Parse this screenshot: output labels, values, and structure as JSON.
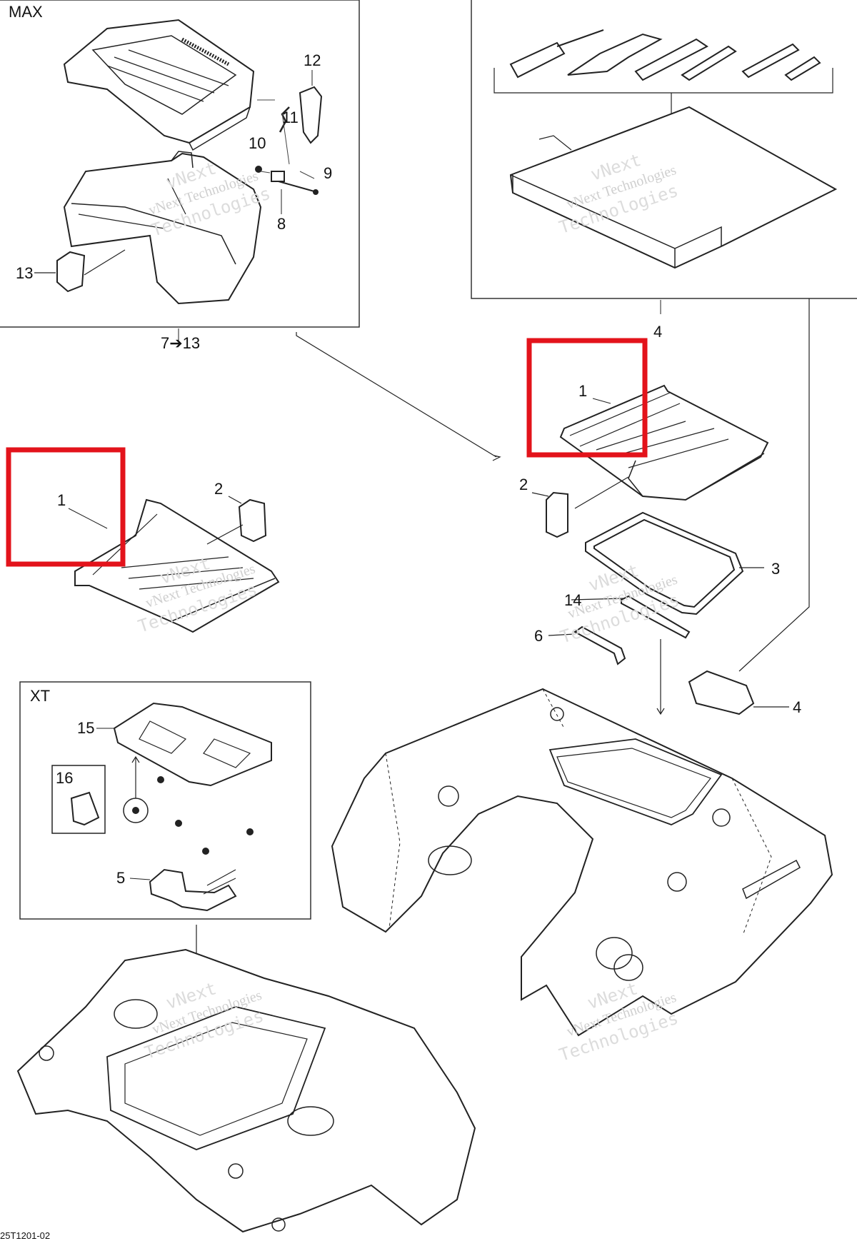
{
  "frames": {
    "max": "MAX",
    "xt": "XT"
  },
  "callouts": {
    "range_7_13": "7➔13",
    "c1a": "1",
    "c1b": "1",
    "c2a": "2",
    "c2b": "2",
    "c3": "3",
    "c4a": "4",
    "c4b": "4",
    "c5": "5",
    "c6": "6",
    "c8": "8",
    "c9": "9",
    "c10": "10",
    "c11": "11",
    "c12": "12",
    "c13": "13",
    "c14": "14",
    "c15": "15",
    "c16": "16"
  },
  "watermark": {
    "line1": "vNext",
    "line2": "vNext Technologies",
    "line3": "Technologies"
  },
  "footer": {
    "code": "25T1201-02"
  },
  "highlight_color": "#e3131b"
}
